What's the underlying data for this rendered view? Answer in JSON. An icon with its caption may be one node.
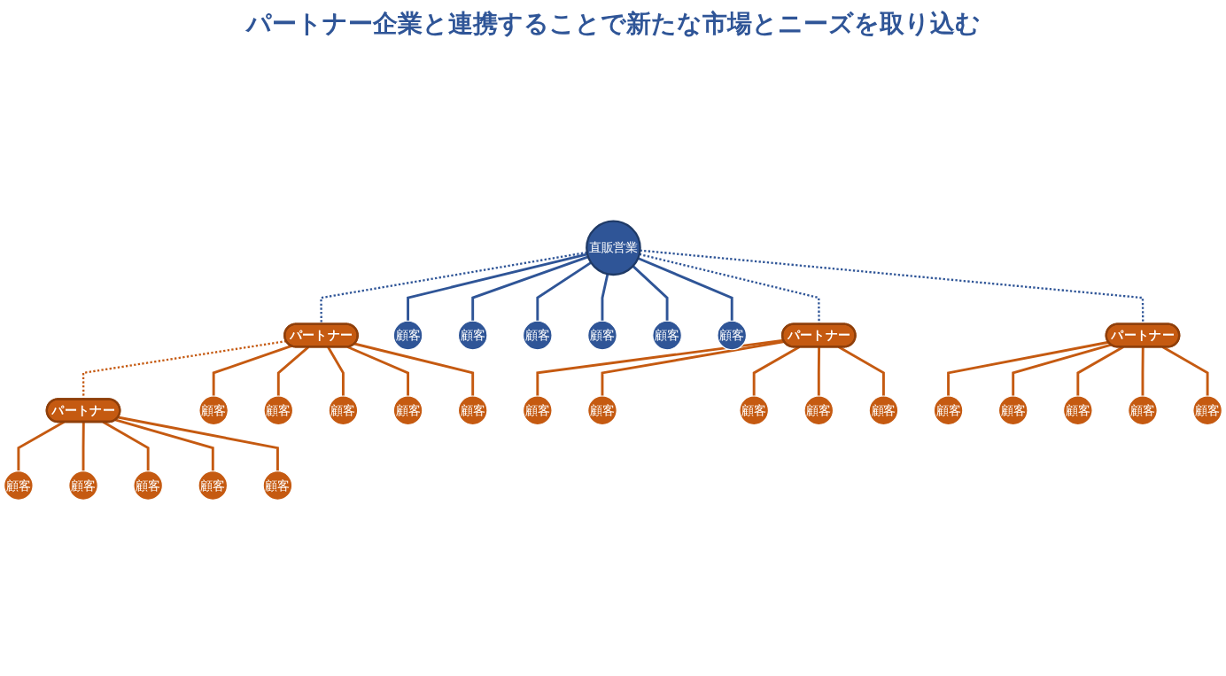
{
  "diagram": {
    "title": "パートナー企業と連携することで新たな市場とニーズを取り込む",
    "nodes": [
      {
        "text": [
          "パートナー"
        ]
      },
      {
        "text": [
          "顧客"
        ]
      },
      {
        "text": [
          "顧客"
        ]
      },
      {
        "text": [
          "顧客"
        ]
      },
      {
        "text": [
          "顧客"
        ]
      },
      {
        "text": [
          "顧客"
        ]
      },
      {
        "text": [
          "パートナー"
        ]
      },
      {
        "text": [
          "顧客"
        ]
      },
      {
        "text": [
          "顧客"
        ]
      },
      {
        "text": [
          "顧客"
        ]
      },
      {
        "text": [
          "顧客"
        ]
      },
      {
        "text": [
          "顧客"
        ]
      },
      {
        "text": [
          "直販営業"
        ]
      },
      {
        "text": [
          "顧客"
        ]
      },
      {
        "text": [
          "顧客"
        ]
      },
      {
        "text": [
          "顧客"
        ]
      },
      {
        "text": [
          "顧客"
        ]
      },
      {
        "text": [
          "顧客"
        ]
      },
      {
        "text": [
          "顧客"
        ]
      },
      {
        "text": [
          "パートナー"
        ]
      },
      {
        "text": [
          "顧客"
        ]
      },
      {
        "text": [
          "顧客"
        ]
      },
      {
        "text": [
          "顧客"
        ]
      },
      {
        "text": [
          "顧客"
        ]
      },
      {
        "text": [
          "顧客"
        ]
      },
      {
        "text": [
          "パートナー"
        ]
      },
      {
        "text": [
          "顧客"
        ]
      },
      {
        "text": [
          "顧客"
        ]
      },
      {
        "text": [
          "顧客"
        ]
      },
      {
        "text": [
          "顧客"
        ]
      },
      {
        "text": [
          "顧客"
        ]
      }
    ],
    "edges": [
      {
        "from": 0,
        "to": 1,
        "arrow": "none"
      },
      {
        "from": 0,
        "to": 2,
        "arrow": "none"
      },
      {
        "from": 0,
        "to": 3,
        "arrow": "none"
      },
      {
        "from": 0,
        "to": 4,
        "arrow": "none"
      },
      {
        "from": 0,
        "to": 5,
        "arrow": "none"
      },
      {
        "from": 6,
        "to": 7,
        "arrow": "none"
      },
      {
        "from": 6,
        "to": 8,
        "arrow": "none"
      },
      {
        "from": 6,
        "to": 9,
        "arrow": "none"
      },
      {
        "from": 6,
        "to": 10,
        "arrow": "none"
      },
      {
        "from": 6,
        "to": 11,
        "arrow": "none"
      },
      {
        "from": 12,
        "to": 13,
        "arrow": "none",
        "color": "#2f5597"
      },
      {
        "from": 12,
        "to": 14,
        "arrow": "none",
        "color": "#2f5597"
      },
      {
        "from": 12,
        "to": 15,
        "arrow": "none",
        "color": "#2f5597"
      },
      {
        "from": 12,
        "to": 16,
        "arrow": "none",
        "color": "#2f5597"
      },
      {
        "from": 12,
        "to": 17,
        "arrow": "none",
        "color": "#2f5597"
      },
      {
        "from": 12,
        "to": 18,
        "arrow": "none",
        "color": "#2f5597"
      },
      {
        "from": 19,
        "to": 20,
        "arrow": "none"
      },
      {
        "from": 19,
        "to": 21,
        "arrow": "none"
      },
      {
        "from": 19,
        "to": 22,
        "arrow": "none"
      },
      {
        "from": 19,
        "to": 23,
        "arrow": "none"
      },
      {
        "from": 19,
        "to": 24,
        "arrow": "none"
      },
      {
        "from": 25,
        "to": 26,
        "arrow": "none"
      },
      {
        "from": 25,
        "to": 27,
        "arrow": "none"
      },
      {
        "from": 25,
        "to": 28,
        "arrow": "none"
      },
      {
        "from": 25,
        "to": 29,
        "arrow": "none"
      },
      {
        "from": 25,
        "to": 30,
        "arrow": "none"
      },
      {
        "from": 0,
        "to": 6,
        "arrow": "none",
        "style": "dashed"
      },
      {
        "from": 6,
        "to": 12,
        "arrow": "none",
        "style": "dashed",
        "color": "#2f5597"
      },
      {
        "from": 12,
        "to": 19,
        "arrow": "none",
        "style": "dashed",
        "color": "#2f5597"
      },
      {
        "from": 12,
        "to": 25,
        "arrow": "none",
        "style": "dashed",
        "color": "#2f5597"
      }
    ]
  }
}
